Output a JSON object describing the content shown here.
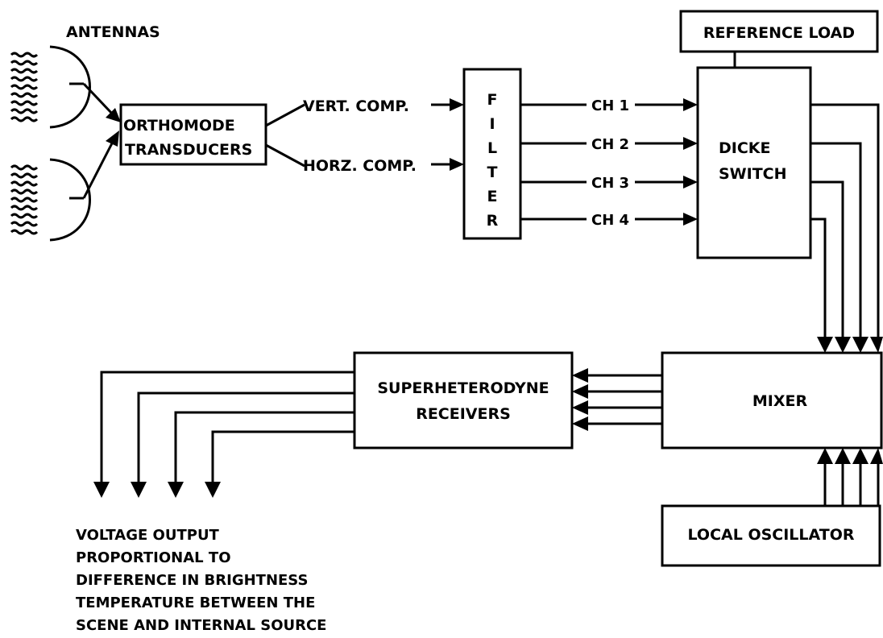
{
  "labels": {
    "antennas": "ANTENNAS",
    "orthomode_line1": "ORTHOMODE",
    "orthomode_line2": "TRANSDUCERS",
    "vert_comp": "VERT. COMP.",
    "horz_comp": "HORZ. COMP.",
    "filter_letters": [
      "F",
      "I",
      "L",
      "T",
      "E",
      "R"
    ],
    "channels": [
      "CH 1",
      "CH 2",
      "CH 3",
      "CH 4"
    ],
    "reference_load": "REFERENCE LOAD",
    "dicke_line1": "DICKE",
    "dicke_line2": "SWITCH",
    "mixer": "MIXER",
    "local_oscillator": "LOCAL OSCILLATOR",
    "superhet_line1": "SUPERHETERODYNE",
    "superhet_line2": "RECEIVERS",
    "output_lines": [
      "VOLTAGE OUTPUT",
      "PROPORTIONAL TO",
      "DIFFERENCE IN  BRIGHTNESS",
      "TEMPERATURE BETWEEN THE",
      "SCENE AND INTERNAL SOURCE"
    ]
  },
  "colors": {
    "ink": "#000000",
    "background": "#ffffff"
  }
}
